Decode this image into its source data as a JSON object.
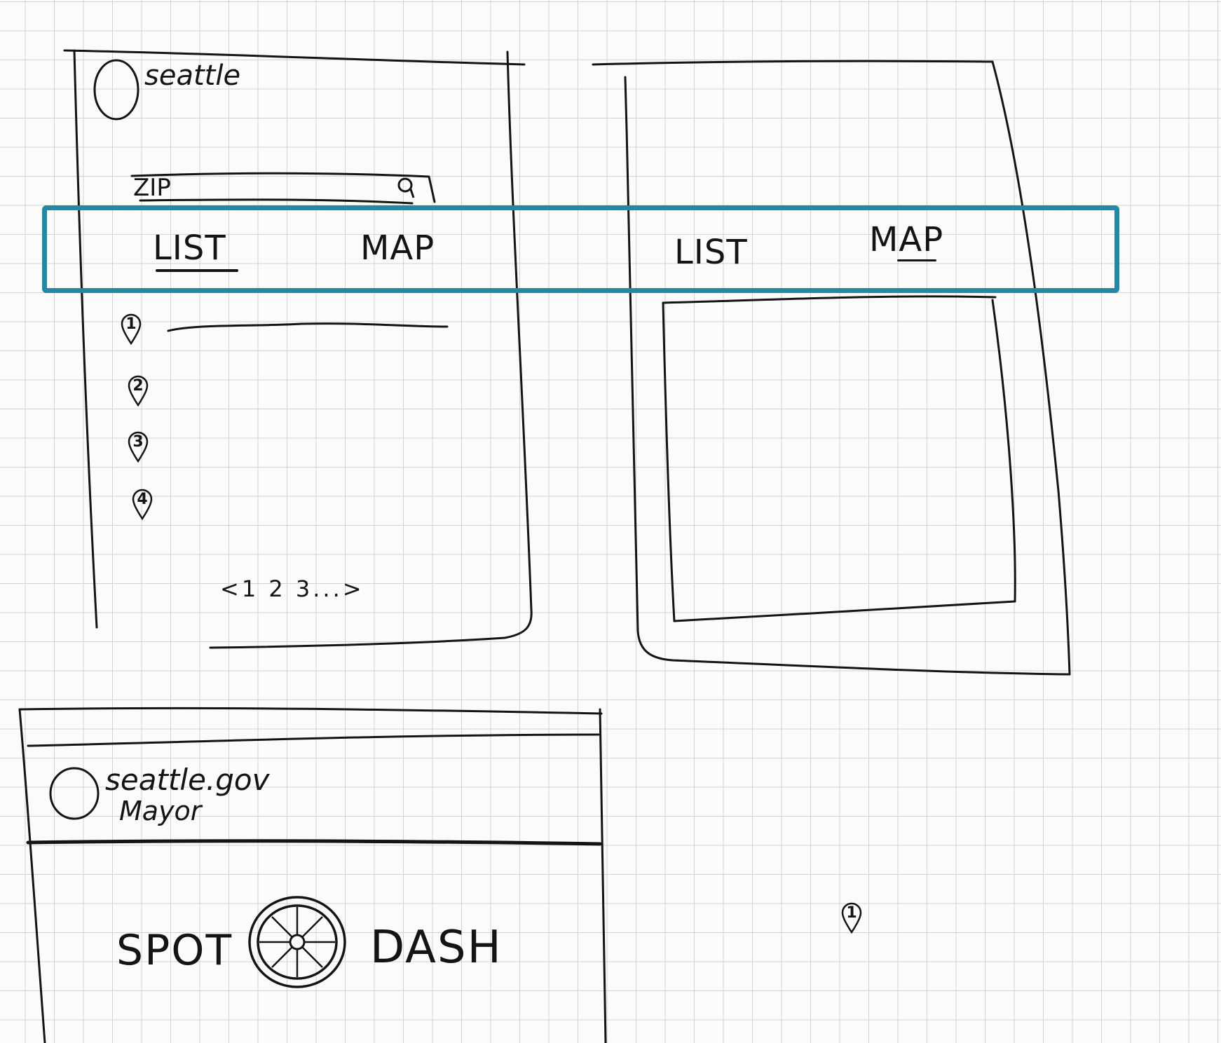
{
  "frame1": {
    "logo_text": "seattle",
    "search": {
      "value": "ZIP",
      "icon": "search-icon"
    },
    "tabs": [
      {
        "label": "LIST",
        "active": true
      },
      {
        "label": "MAP",
        "active": false
      }
    ],
    "list_items": [
      {
        "number": "1"
      },
      {
        "number": "2"
      },
      {
        "number": "3"
      },
      {
        "number": "4"
      }
    ],
    "pagination": "<1 2 3...>"
  },
  "frame2": {
    "tabs": [
      {
        "label": "LIST",
        "active": false
      },
      {
        "label": "MAP",
        "active": true
      }
    ]
  },
  "frame3": {
    "logo_text": "seattle.gov",
    "sub_text": "Mayor",
    "brand_left": "SPOT",
    "brand_right": "DASH",
    "brand_icon": "wheel-icon"
  },
  "loose_pin": {
    "number": "1"
  },
  "colors": {
    "highlight": "#2089a6",
    "ink": "#141414",
    "grid": "#cfd3d6",
    "paper": "#fbfbfa"
  }
}
